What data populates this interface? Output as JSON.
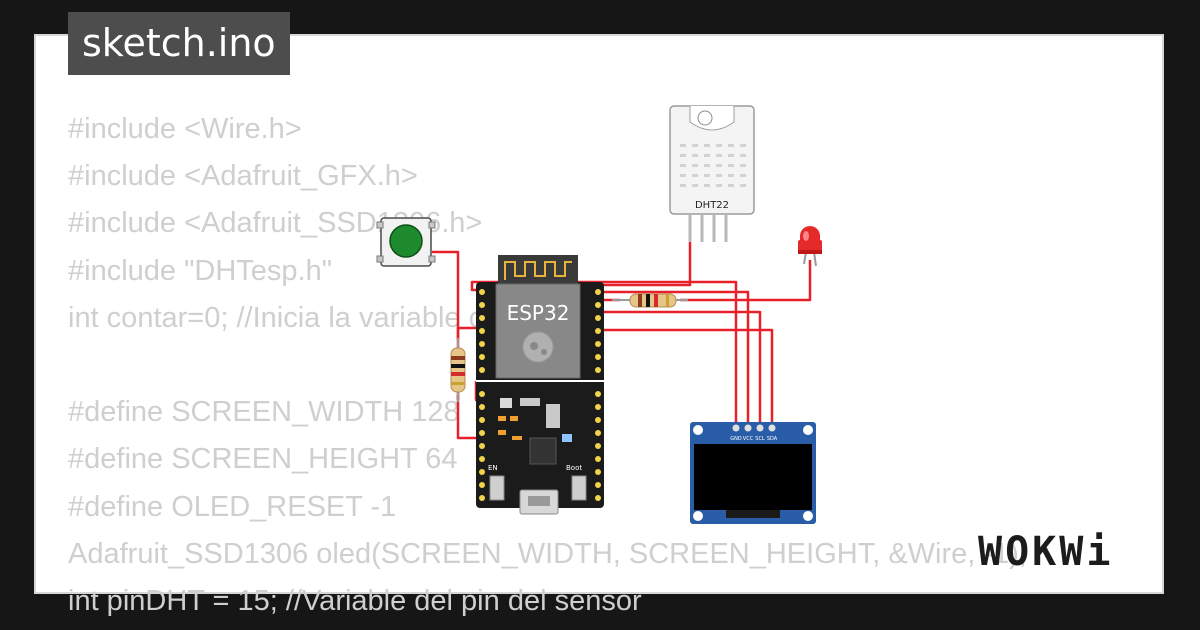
{
  "project": {
    "file_tab": "sketch.ino",
    "brand": "WOKWi"
  },
  "code_lines": [
    "#include <Wire.h>",
    "#include <Adafruit_GFX.h>",
    "#include <Adafruit_SSD1306.h>",
    "#include \"DHTesp.h\"",
    "int contar=0; //Inicia la variable contar",
    "",
    "#define SCREEN_WIDTH 128",
    "#define SCREEN_HEIGHT 64",
    "#define OLED_RESET -1",
    "Adafruit_SSD1306 oled(SCREEN_WIDTH, SCREEN_HEIGHT, &Wire, -1);",
    "int pinDHT = 15; //Variable del pin del sensor"
  ],
  "components": {
    "mcu_label": "ESP32",
    "mcu_en_label": "EN",
    "mcu_boot_label": "Boot",
    "sensor_label": "DHT22",
    "oled_pins": [
      "GND",
      "VCC",
      "SCL",
      "SDA"
    ]
  },
  "colors": {
    "wire": "#e8202a",
    "board": "#1b1b1b",
    "oled_blue": "#2a5da8",
    "button_green": "#1e8a2e",
    "led_red": "#e52a2a"
  }
}
